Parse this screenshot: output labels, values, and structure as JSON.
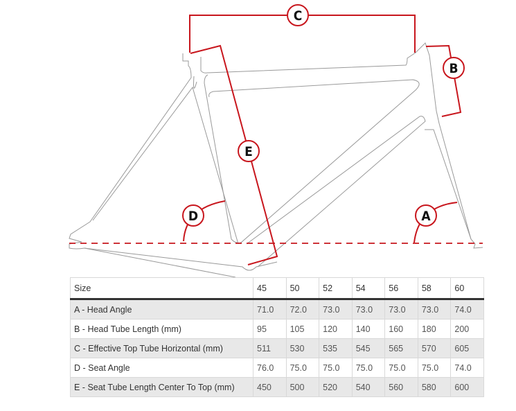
{
  "diagram": {
    "labels": {
      "a": "A",
      "b": "B",
      "c": "C",
      "d": "D",
      "e": "E"
    },
    "accent_color": "#c8161d"
  },
  "table": {
    "header": {
      "label": "Size",
      "sizes": [
        "45",
        "50",
        "52",
        "54",
        "56",
        "58",
        "60"
      ]
    },
    "rows": [
      {
        "label": "A - Head Angle",
        "values": [
          "71.0",
          "72.0",
          "73.0",
          "73.0",
          "73.0",
          "73.0",
          "74.0"
        ]
      },
      {
        "label": "B - Head Tube Length (mm)",
        "values": [
          "95",
          "105",
          "120",
          "140",
          "160",
          "180",
          "200"
        ]
      },
      {
        "label": "C - Effective Top Tube Horizontal (mm)",
        "values": [
          "511",
          "530",
          "535",
          "545",
          "565",
          "570",
          "605"
        ]
      },
      {
        "label": "D - Seat Angle",
        "values": [
          "76.0",
          "75.0",
          "75.0",
          "75.0",
          "75.0",
          "75.0",
          "74.0"
        ]
      },
      {
        "label": "E - Seat Tube Length Center To Top (mm)",
        "values": [
          "450",
          "500",
          "520",
          "540",
          "560",
          "580",
          "600"
        ]
      }
    ]
  }
}
